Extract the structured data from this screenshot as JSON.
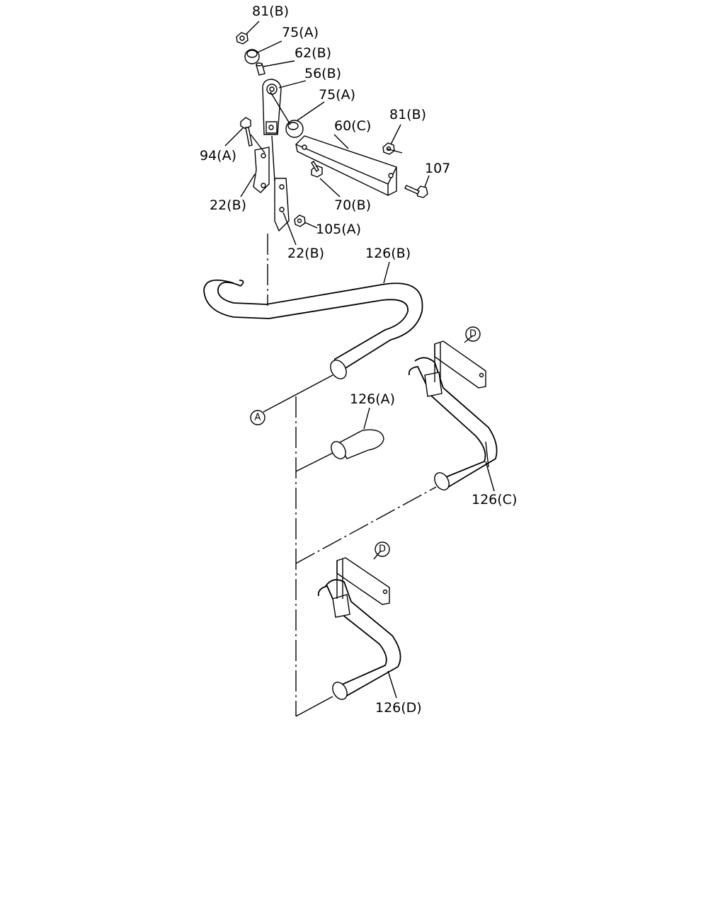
{
  "labels": {
    "p81b_top": "81(B)",
    "p75a_top": "75(A)",
    "p62b": "62(B)",
    "p56b": "56(B)",
    "p75a_mid": "75(A)",
    "p81b_right": "81(B)",
    "p60c": "60(C)",
    "p107": "107",
    "p94a": "94(A)",
    "p22b_left": "22(B)",
    "p70b": "70(B)",
    "p105a": "105(A)",
    "p22b_low": "22(B)",
    "p126b": "126(B)",
    "p126a": "126(A)",
    "p126c": "126(C)",
    "p126d": "126(D)"
  },
  "markers": {
    "a": "A",
    "d1": "D",
    "d2": "D"
  }
}
